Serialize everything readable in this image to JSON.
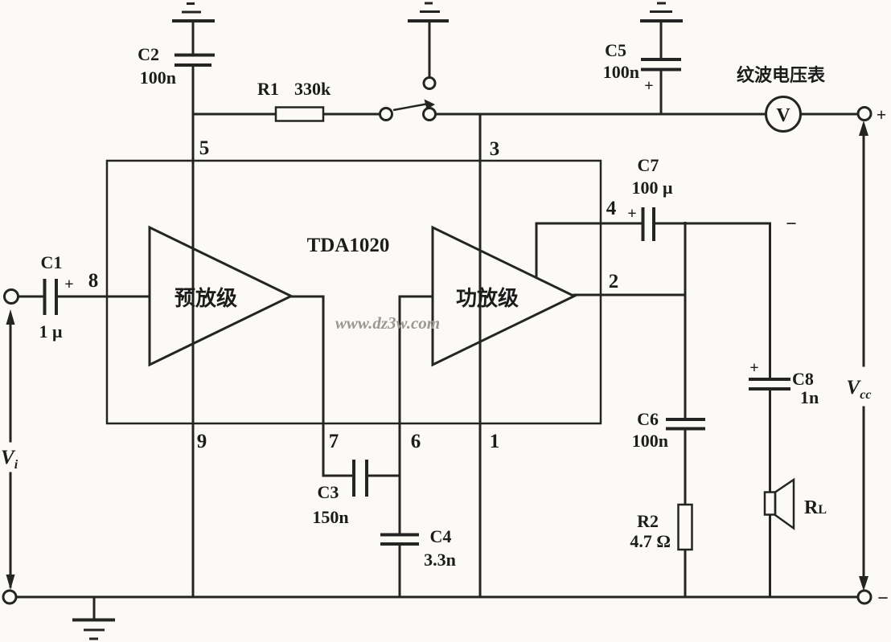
{
  "schematic": {
    "ic": {
      "part": "TDA1020",
      "preamp_label": "预放级",
      "poweramp_label": "功放级"
    },
    "pins": {
      "p1": "1",
      "p2": "2",
      "p3": "3",
      "p4": "4",
      "p5": "5",
      "p6": "6",
      "p7": "7",
      "p8": "8",
      "p9": "9"
    },
    "components": {
      "c1": {
        "name": "C1",
        "value": "1 μ"
      },
      "c2": {
        "name": "C2",
        "value": "100n"
      },
      "c3": {
        "name": "C3",
        "value": "150n"
      },
      "c4": {
        "name": "C4",
        "value": "3.3n"
      },
      "c5": {
        "name": "C5",
        "value": "100n"
      },
      "c6": {
        "name": "C6",
        "value": "100n"
      },
      "c7": {
        "name": "C7",
        "value": "100 μ"
      },
      "c8": {
        "name": "C8",
        "value": "1n"
      },
      "r1": {
        "name": "R1",
        "value": "330k"
      },
      "r2": {
        "name": "R2",
        "value": "4.7 Ω"
      },
      "rl": {
        "base": "R",
        "sub": "L"
      }
    },
    "meter": {
      "label": "纹波电压表",
      "symbol": "V"
    },
    "signals": {
      "vi": {
        "base": "V",
        "sub": "i"
      },
      "vcc": {
        "base": "V",
        "sub": "cc"
      }
    },
    "signs": {
      "plus": "+",
      "minus": "−"
    },
    "watermark": "www.dz3w.com"
  }
}
